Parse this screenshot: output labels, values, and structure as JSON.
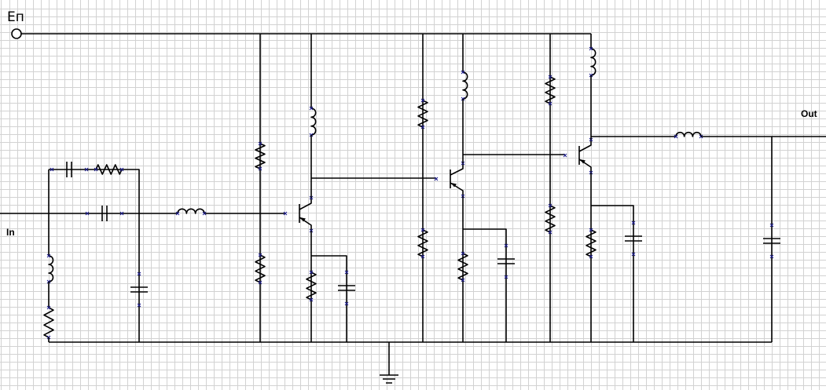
{
  "labels": {
    "supply": "Eп",
    "input": "In",
    "output": "Out"
  },
  "colors": {
    "wire": "#000000",
    "grid": "#d2d2d2",
    "pin_marker": "#1a1a8c"
  }
}
